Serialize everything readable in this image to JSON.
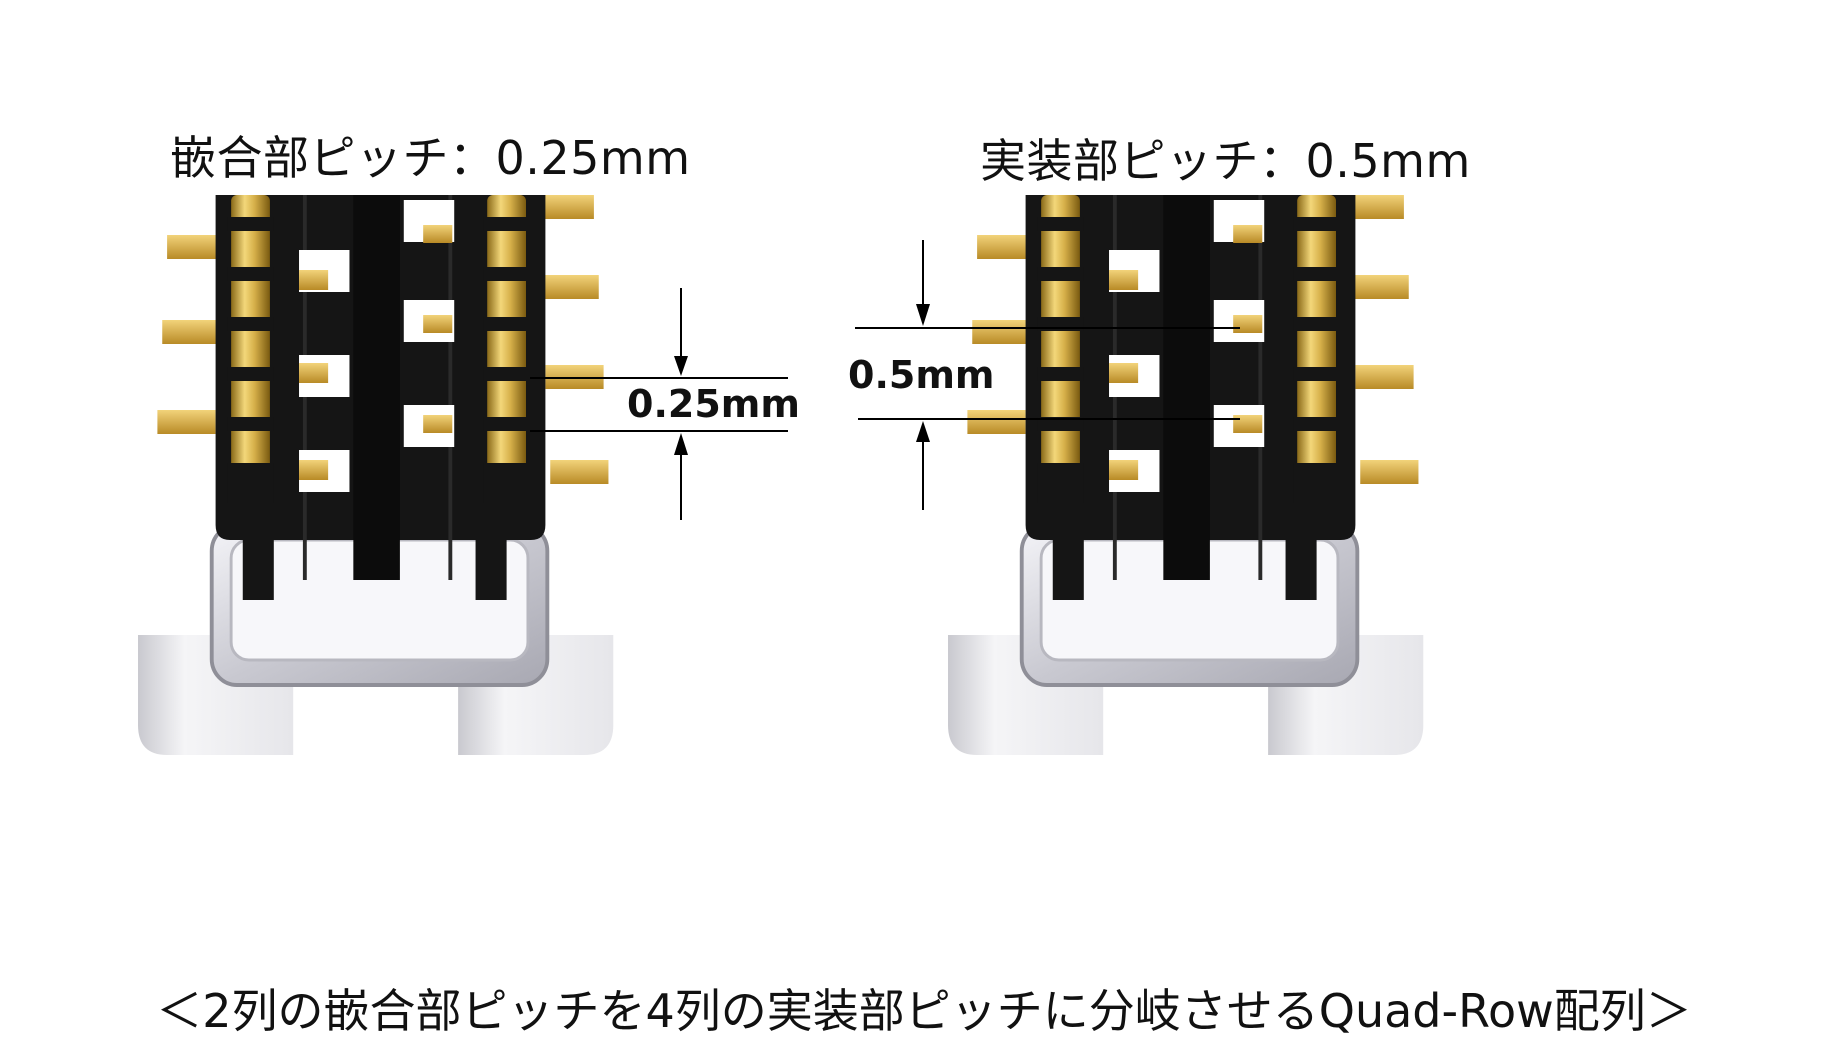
{
  "left_panel": {
    "title": "嵌合部ピッチ：0.25mm",
    "dimension_label": "0.25mm"
  },
  "right_panel": {
    "title": "実装部ピッチ：0.5mm",
    "dimension_label": "0.5mm"
  },
  "caption": "＜2列の嵌合部ピッチを4列の実装部ピッチに分岐させるQuad-Row配列＞",
  "colors": {
    "housing": "#151515",
    "gold": "#d6b04a",
    "gold_dark": "#8a6a18",
    "metal": "#d8d8de",
    "dimension_line": "#000000"
  }
}
